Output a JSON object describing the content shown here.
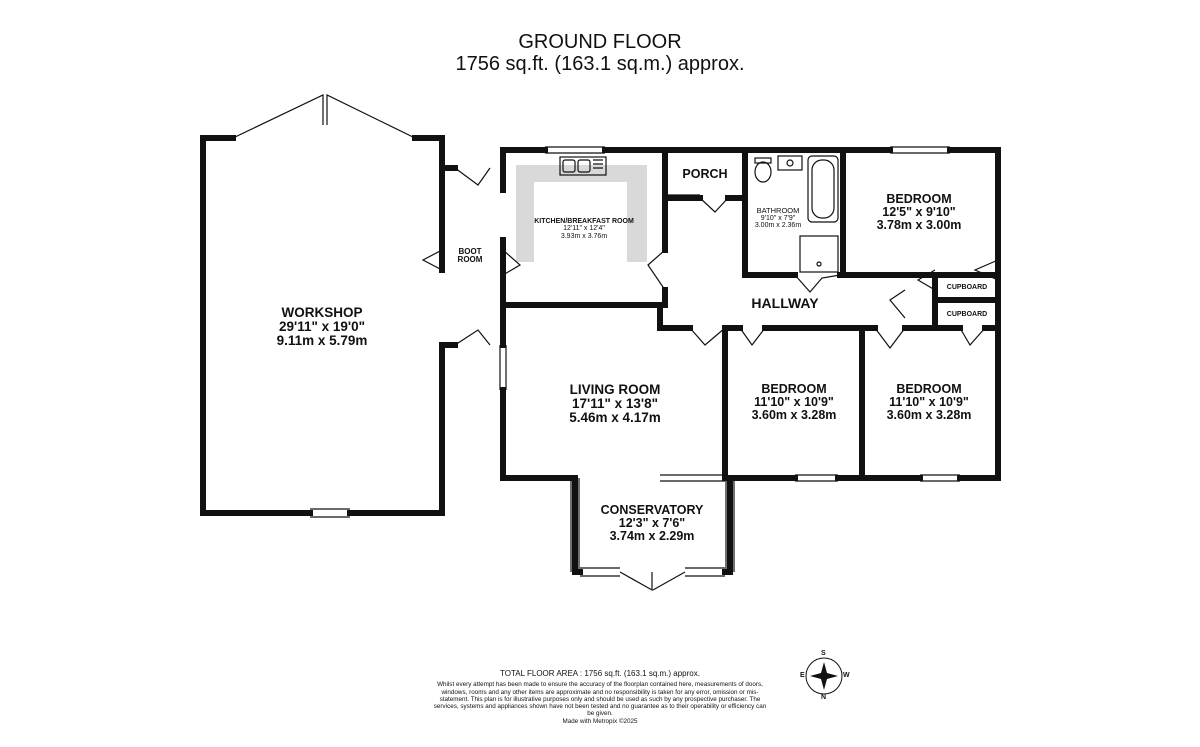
{
  "header": {
    "floor": "GROUND FLOOR",
    "area": "1756 sq.ft. (163.1 sq.m.) approx."
  },
  "rooms": {
    "workshop": {
      "name": "WORKSHOP",
      "imperial": "29'11\"  x 19'0\"",
      "metric": "9.11m  x 5.79m"
    },
    "boot_room": {
      "line1": "BOOT",
      "line2": "ROOM"
    },
    "kitchen": {
      "name": "KITCHEN/BREAKFAST ROOM",
      "imperial": "12'11\"  x 12'4\"",
      "metric": "3.93m  x 3.76m"
    },
    "porch": {
      "name": "PORCH"
    },
    "bathroom": {
      "name": "BATHROOM",
      "imperial": "9'10\"  x 7'9\"",
      "metric": "3.00m  x 2.36m"
    },
    "bedroom_1": {
      "name": "BEDROOM",
      "imperial": "12'5\"  x 9'10\"",
      "metric": "3.78m  x 3.00m"
    },
    "cupboard_1": {
      "name": "CUPBOARD"
    },
    "cupboard_2": {
      "name": "CUPBOARD"
    },
    "hallway": {
      "name": "HALLWAY"
    },
    "living_room": {
      "name": "LIVING ROOM",
      "imperial": "17'11\"  x 13'8\"",
      "metric": "5.46m  x 4.17m"
    },
    "bedroom_2": {
      "name": "BEDROOM",
      "imperial": "11'10\"  x 10'9\"",
      "metric": "3.60m  x 3.28m"
    },
    "bedroom_3": {
      "name": "BEDROOM",
      "imperial": "11'10\"  x 10'9\"",
      "metric": "3.60m  x 3.28m"
    },
    "conservatory": {
      "name": "CONSERVATORY",
      "imperial": "12'3\"  x 7'6\"",
      "metric": "3.74m  x 2.29m"
    }
  },
  "footer": {
    "total_area": "TOTAL FLOOR AREA : 1756 sq.ft. (163.1 sq.m.) approx.",
    "disclaimer": "Whilst every attempt has been made to ensure the accuracy of the floorplan contained here, measurements of doors, windows, rooms and any other items are approximate and no responsibility is taken for any error, omission or mis-statement. This plan is for illustrative purposes only and should be used as such by any prospective purchaser. The services, systems and appliances shown have not been tested and no guarantee as to their operability or efficiency can be given.",
    "credit": "Made with Metropix ©2025"
  },
  "compass": {
    "n": "N",
    "s": "S",
    "e": "E",
    "w": "W"
  },
  "colors": {
    "wall": "#111111",
    "fitted_units": "#d9d9d9",
    "background": "#ffffff"
  }
}
